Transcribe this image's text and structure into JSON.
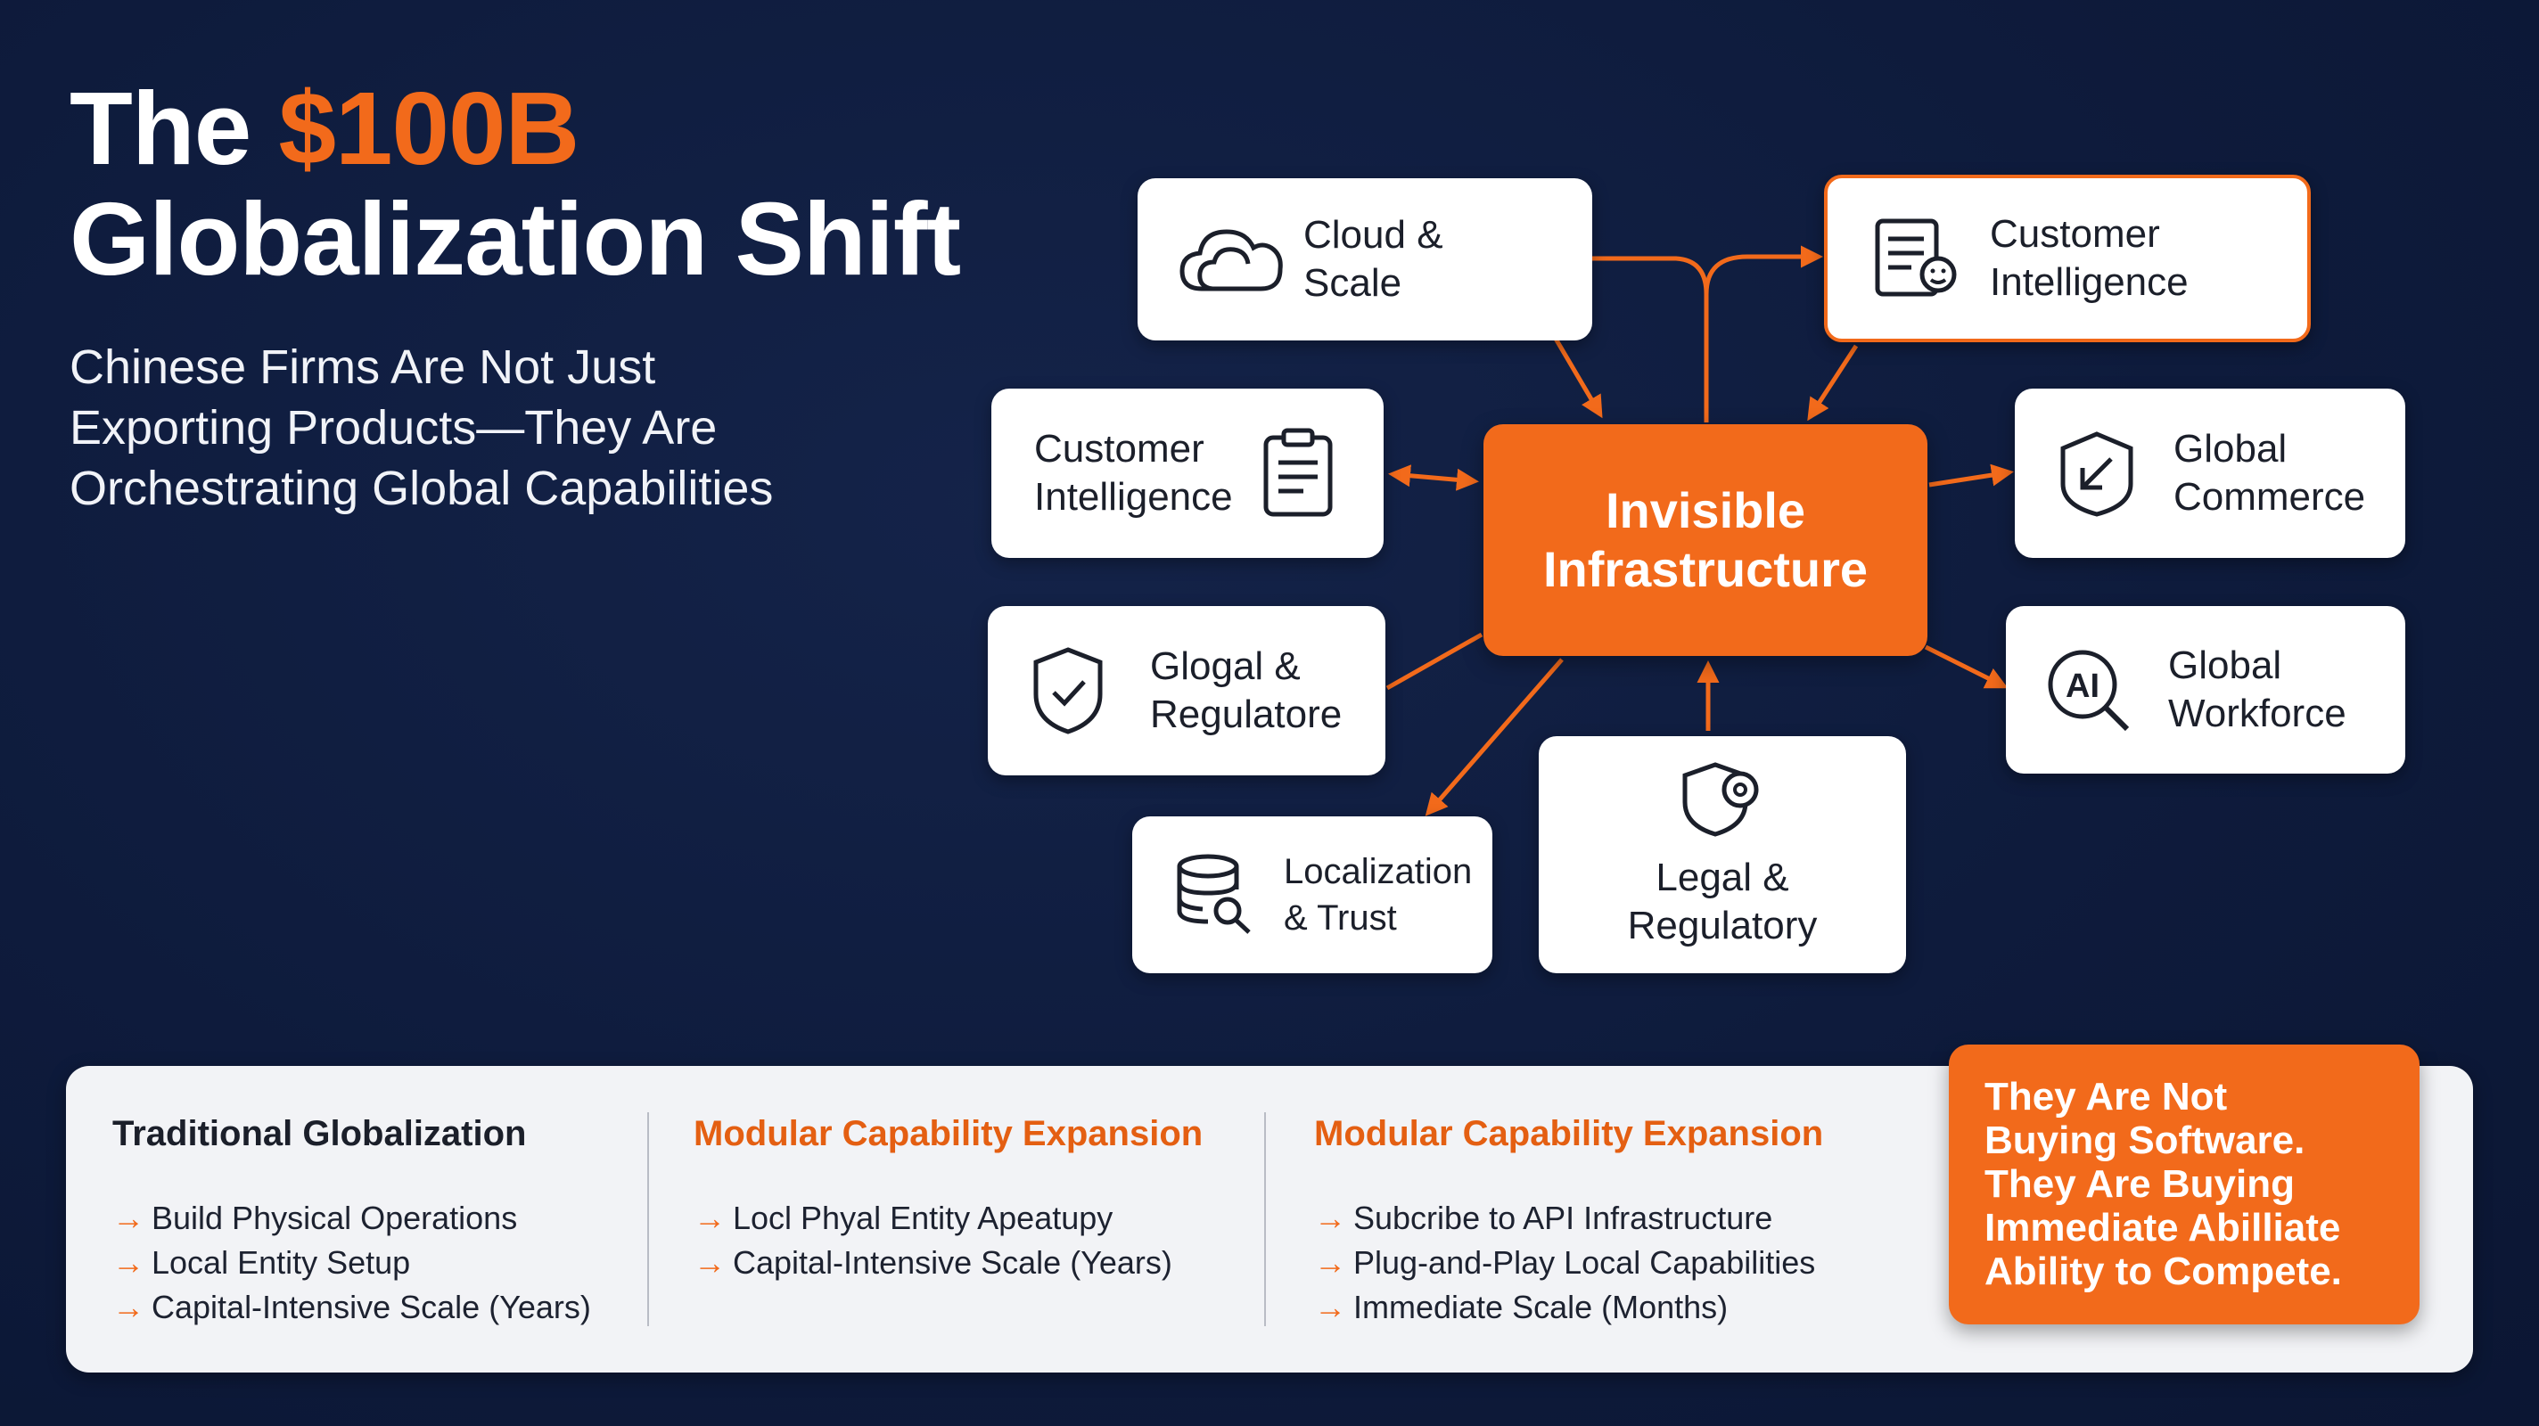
{
  "title": {
    "line1_prefix": "The",
    "line1_accent": "$100B",
    "line2": "Globalization Shift"
  },
  "subtitle": {
    "lines": [
      "Chinese Firms Are Not Just",
      "Exporting Products—They Are",
      "Orchestrating Global Capabilities"
    ]
  },
  "diagram": {
    "center": {
      "line1": "Invisible",
      "line2": "Infrastructure"
    },
    "nodes": {
      "cloud_scale": {
        "line1": "Cloud &",
        "line2": "Scale",
        "icon": "cloud-icon"
      },
      "customer_intelligence_top": {
        "line1": "Customer",
        "line2": "Intelligence",
        "icon": "customer-profile-icon"
      },
      "customer_intelligence_left": {
        "line1": "Customer",
        "line2": "Intelligence",
        "icon": "clipboard-icon"
      },
      "global_commerce": {
        "line1": "Global",
        "line2": "Commerce",
        "icon": "shield-arrow-icon"
      },
      "glogal_regulatore": {
        "line1": "Glogal &",
        "line2": "Regulatore",
        "icon": "shield-check-icon"
      },
      "global_workforce": {
        "line1": "Global",
        "line2": "Workforce",
        "icon": "ai-search-icon"
      },
      "localization_trust": {
        "line1": "Localization",
        "line2": "& Trust",
        "icon": "database-search-icon"
      },
      "legal_regulatory": {
        "line1": "Legal &",
        "line2": "Regulatory",
        "icon": "shield-gear-icon"
      }
    }
  },
  "comparison": {
    "columns": [
      {
        "heading": "Traditional Globalization",
        "items": [
          "Build Physical Operations",
          "Local Entity Setup",
          "Capital-Intensive Scale (Years)"
        ]
      },
      {
        "heading": "Modular Capability Expansion",
        "items": [
          "Locl Phyal Entity Apeatupy",
          "Capital-Intensive Scale (Years)"
        ]
      },
      {
        "heading": "Modular Capability Expansion",
        "items": [
          "Subcribe to API Infrastructure",
          "Plug-and-Play Local Capabilities",
          "Immediate Scale (Months)"
        ]
      }
    ],
    "bullet_glyph": "→"
  },
  "callout": {
    "lines": [
      "They Are Not",
      "Buying Software.",
      "They Are Buying",
      "Immediate Abilliate",
      "Ability to Compete."
    ]
  },
  "colors": {
    "background": "#0e1b3c",
    "accent": "#f26a1b",
    "card": "#ffffff",
    "panel": "#f2f3f6"
  }
}
